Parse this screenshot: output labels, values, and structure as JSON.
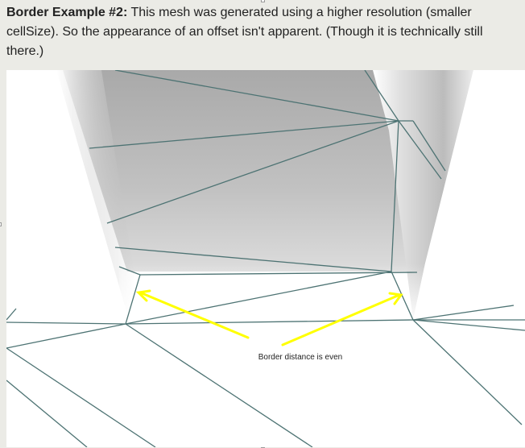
{
  "caption": {
    "title": "Border Example #2:",
    "text": " This mesh was generated using a higher resolution (smaller cellSize). So the appearance of an offset isn't apparent. (Though it is technically still there.)"
  },
  "figure": {
    "annotation_label": "Border distance is even",
    "colors": {
      "mesh_edge": "#4d7373",
      "arrow": "#ffff00",
      "floor": "#ffffff",
      "wall": "#bdbdbd"
    }
  }
}
